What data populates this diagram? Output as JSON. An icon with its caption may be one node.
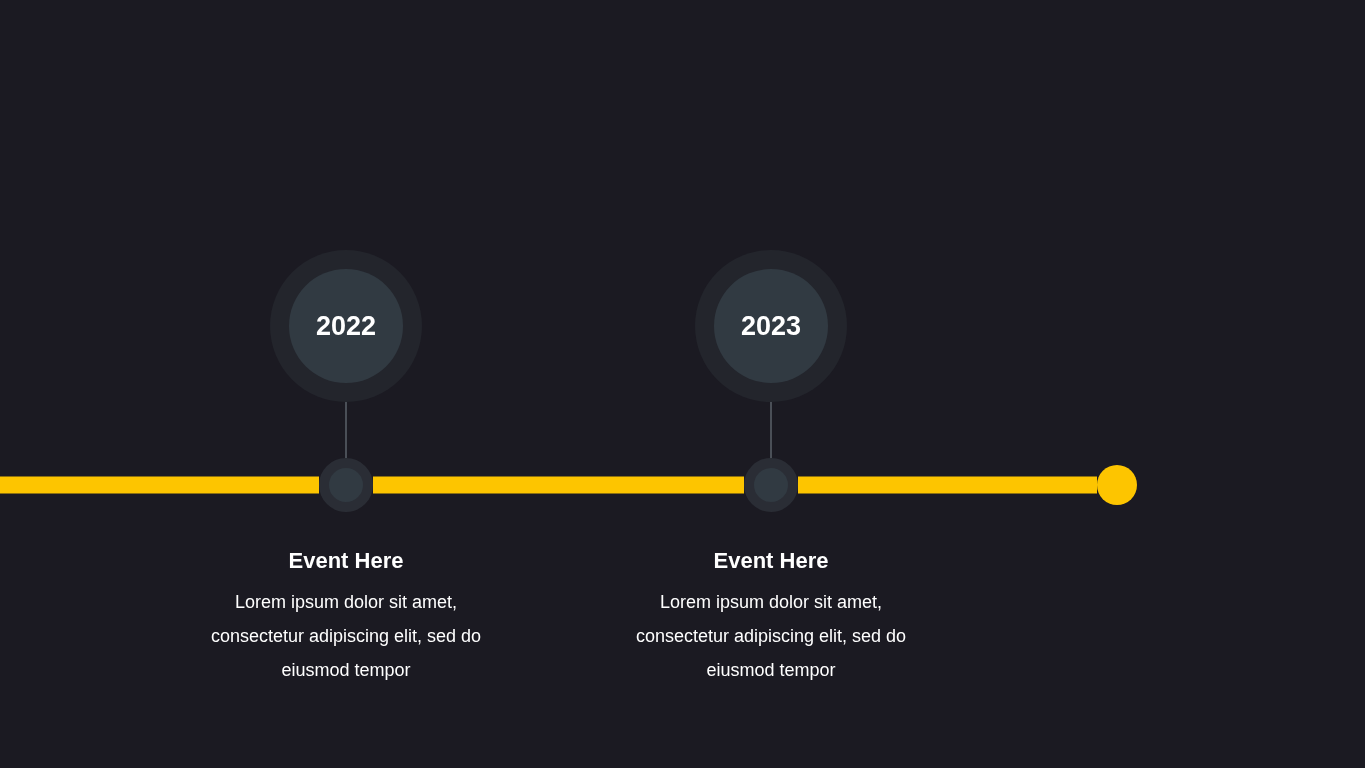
{
  "diagram": {
    "nodes": [
      {
        "text": [
          "2022"
        ]
      },
      {
        "text": [],
        "shape": "circle"
      },
      {
        "text": [
          "2023"
        ]
      },
      {
        "text": [],
        "shape": "circle"
      },
      {
        "text": [],
        "shape": "circle"
      }
    ],
    "edges": [
      {
        "from": 0,
        "to": 1,
        "arrow": "none",
        "color": "#4a4f57"
      },
      {
        "from": 2,
        "to": 3,
        "arrow": "none",
        "color": "#4a4f57"
      },
      {
        "from": null,
        "to": 1,
        "arrow": "none"
      },
      {
        "from": 1,
        "to": 3,
        "arrow": "none"
      },
      {
        "from": 3,
        "to": 4,
        "arrow": "none"
      }
    ],
    "labels": [
      "Event Here",
      "Lorem ipsum dolor sit amet, consectetur adipiscing elit, sed do eiusmod tempor",
      "Event Here",
      "Lorem ipsum dolor sit amet, consectetur adipiscing elit, sed do eiusmod tempor"
    ]
  }
}
